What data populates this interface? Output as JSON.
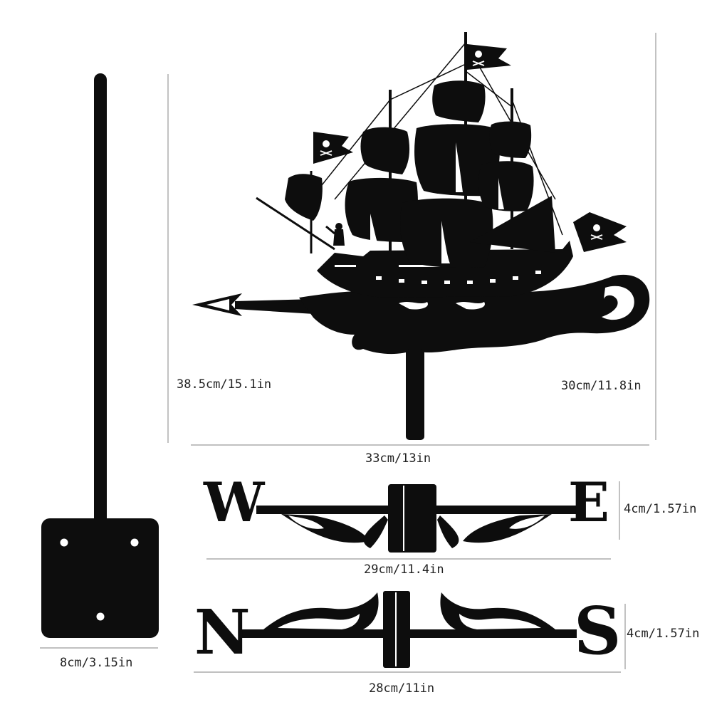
{
  "colors": {
    "metal": "#0d0d0d",
    "dimension_line": "#9a9a9a",
    "label_text": "#222222",
    "background": "#ffffff"
  },
  "dimensions": {
    "ship_height": "38.5cm/15.1in",
    "ship_body_height": "30cm/11.8in",
    "ship_width": "33cm/13in",
    "we_height": "4cm/1.57in",
    "we_width": "29cm/11.4in",
    "ns_height": "4cm/1.57in",
    "ns_width": "28cm/11in",
    "base_width": "8cm/3.15in"
  },
  "letters": {
    "west": "W",
    "east": "E",
    "north": "N",
    "south": "S"
  },
  "icons": {
    "flag_emblem": "skull-crossbones-icon"
  }
}
